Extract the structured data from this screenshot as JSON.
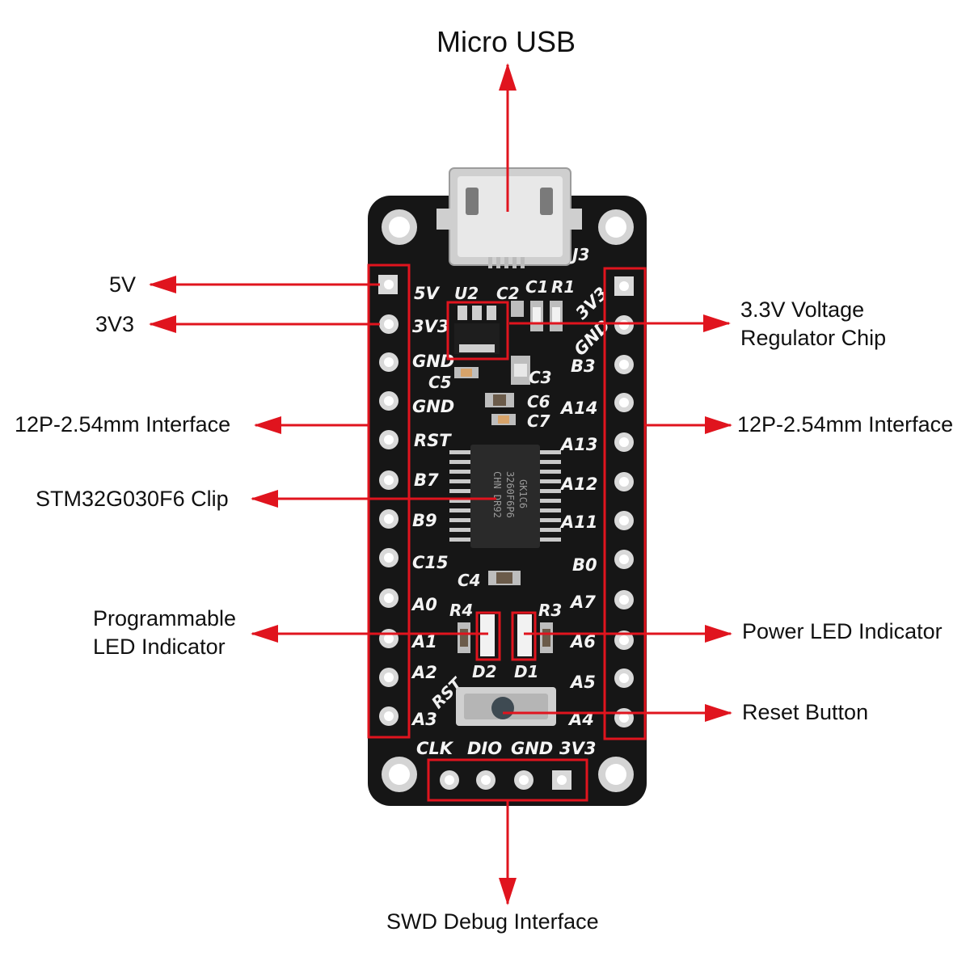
{
  "callouts": {
    "micro_usb": "Micro USB",
    "five_v": "5V",
    "three_v3": "3V3",
    "regulator": "3.3V Voltage\nRegulator Chip",
    "interface_left": "12P-2.54mm Interface",
    "interface_right": "12P-2.54mm Interface",
    "mcu": "STM32G030F6 Clip",
    "prog_led": "Programmable\nLED Indicator",
    "power_led": "Power LED Indicator",
    "reset": "Reset Button",
    "swd": "SWD Debug Interface"
  },
  "board": {
    "left_pins": [
      "5V",
      "3V3",
      "GND",
      "GND",
      "RST",
      "B7",
      "B9",
      "C15",
      "A0",
      "A1",
      "A2",
      "A3"
    ],
    "right_pins": [
      "3V3",
      "GND",
      "B3",
      "A14",
      "A13",
      "A12",
      "A11",
      "B0",
      "A7",
      "A6",
      "A5",
      "A4"
    ],
    "bottom_pins": [
      "CLK",
      "DIO",
      "GND",
      "3V3"
    ],
    "designators": {
      "j3": "J3",
      "u2": "U2",
      "c1": "C1",
      "c2": "C2",
      "r1": "R1",
      "c3": "C3",
      "c4": "C4",
      "c5": "C5",
      "c6": "C6",
      "c7": "C7",
      "r3": "R3",
      "r4": "R4",
      "d1": "D1",
      "d2": "D2",
      "rst": "RST"
    },
    "chip_marking": [
      "GK1C6",
      "3260F6P6",
      "CHN DR92"
    ]
  },
  "colors": {
    "arrow": "#e0141e",
    "frame": "#e0141e",
    "pcb": "#161616",
    "pad": "#d9d9d9"
  }
}
